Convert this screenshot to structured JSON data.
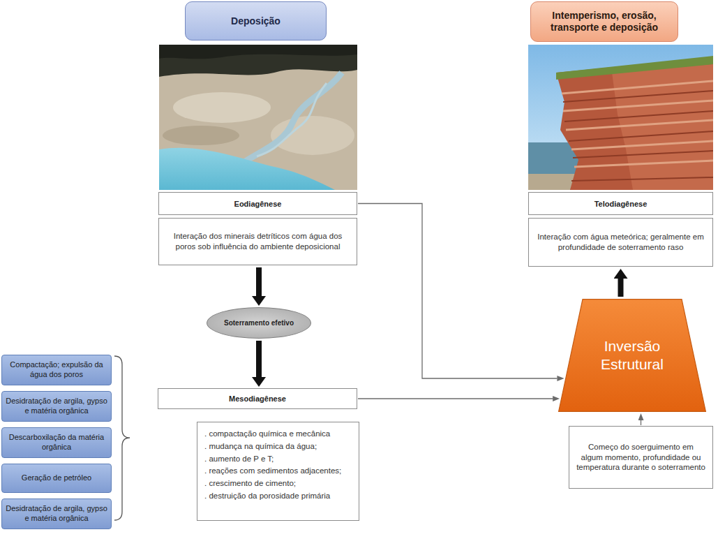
{
  "diagram": {
    "nodes": [
      {
        "text": [
          "Deposição"
        ]
      },
      {
        "text": [
          "Intemperismo, erosão, transporte e deposição"
        ]
      },
      {
        "text": [
          "Eodiagênese"
        ]
      },
      {
        "text": [
          "Interação dos minerais detríticos com água dos poros sob influência do ambiente deposicional"
        ]
      },
      {
        "text": [
          "Telodiagênese"
        ]
      },
      {
        "text": [
          "Interação com água meteórica; geralmente em profundidade de soterramento raso"
        ]
      },
      {
        "text": [
          "Soterramento efetivo"
        ]
      },
      {
        "text": [
          "Compactação; expulsão da água dos poros"
        ]
      },
      {
        "text": [
          "Desidratação de argila, gypso e matéria orgânica"
        ]
      },
      {
        "text": [
          "Descarboxilação da matéria orgânica"
        ]
      },
      {
        "text": [
          "Geração de petróleo"
        ]
      },
      {
        "text": [
          "Desidratação de argila, gypso e matéria orgânica"
        ]
      },
      {
        "text": [
          "Mesodiagênese"
        ]
      },
      {
        "text": [
          "Inversão Estrutural"
        ]
      },
      {
        "text": [
          ". compactação química e mecânica",
          ". mudança na química da água;",
          ". aumento de P e T;",
          ". reações com sedimentos adjacentes;",
          ". crescimento de cimento;",
          ". destruição da porosidade primária"
        ]
      },
      {
        "text": [
          "Começo do soerguimento em algum momento, profundidade ou temperatura durante o soterramento"
        ]
      }
    ],
    "edges": [
      {
        "from": 3,
        "to": 6,
        "arrow": "to"
      },
      {
        "from": 6,
        "to": 12,
        "arrow": "to"
      },
      {
        "from": 2,
        "to": 13,
        "arrow": "to"
      },
      {
        "from": 12,
        "to": 13,
        "arrow": "to"
      },
      {
        "from": 13,
        "to": 5,
        "arrow": "to"
      },
      {
        "from": 15,
        "to": 13,
        "arrow": "to"
      }
    ]
  }
}
